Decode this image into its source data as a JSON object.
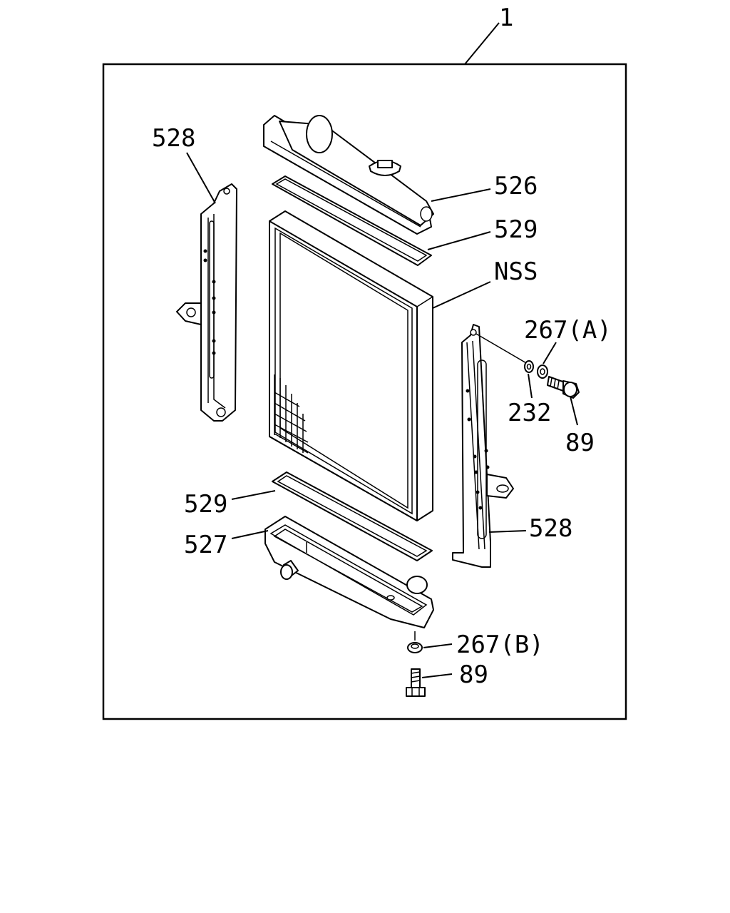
{
  "labels": {
    "assembly": "1",
    "upper_tank": "526",
    "gasket_top": "529",
    "core": "NSS",
    "bracket_left": "528",
    "washer_a": "267(A)",
    "washer_232": "232",
    "bolt_right": "89",
    "bracket_right": "528",
    "gasket_bottom": "529",
    "lower_tank": "527",
    "washer_b": "267(B)",
    "bolt_bottom": "89"
  },
  "colors": {
    "ink": "#000000",
    "paper": "#ffffff"
  }
}
